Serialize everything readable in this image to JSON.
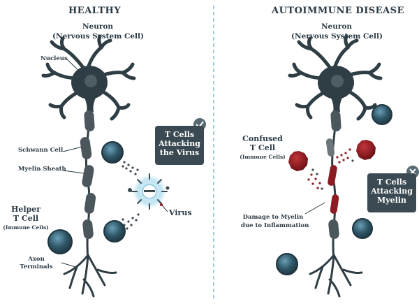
{
  "healthy": {
    "title": "HEALTHY",
    "neuron_line1": "Neuron",
    "neuron_line2": "(Nervous System Cell)",
    "labels": {
      "nucleus": "Nucleus",
      "schwann": "Schwann Cell",
      "myelin": "Myelin Sheath",
      "helper_line1": "Helper",
      "helper_line2": "T Cell",
      "helper_line3": "(Immune Cells)",
      "axon_line1": "Axon",
      "axon_line2": "Terminals",
      "virus": "Virus"
    },
    "box_line1": "T Cells",
    "box_line2": "Attacking",
    "box_line3": "the Virus"
  },
  "autoimmune": {
    "title": "AUTOIMMUNE DISEASE",
    "neuron_line1": "Neuron",
    "neuron_line2": "(Nervous System Cell)",
    "confused_line1": "Confused",
    "confused_line2": "T Cell",
    "confused_line3": "(Immune Cells)",
    "damage_line1": "Damage to Myelin",
    "damage_line2": "due to Inflammation",
    "box_line1": "T Cells",
    "box_line2": "Attacking",
    "box_line3": "Myelin"
  },
  "colors": {
    "neuron": "#2f3d45",
    "myelin": "#4c575d",
    "tcell_blue": "#3f6f86",
    "tcell_red": "#8c1c22",
    "virus_glow": "#bfe3f2",
    "text": "#2a3a44",
    "divider": "#6aaed6"
  }
}
